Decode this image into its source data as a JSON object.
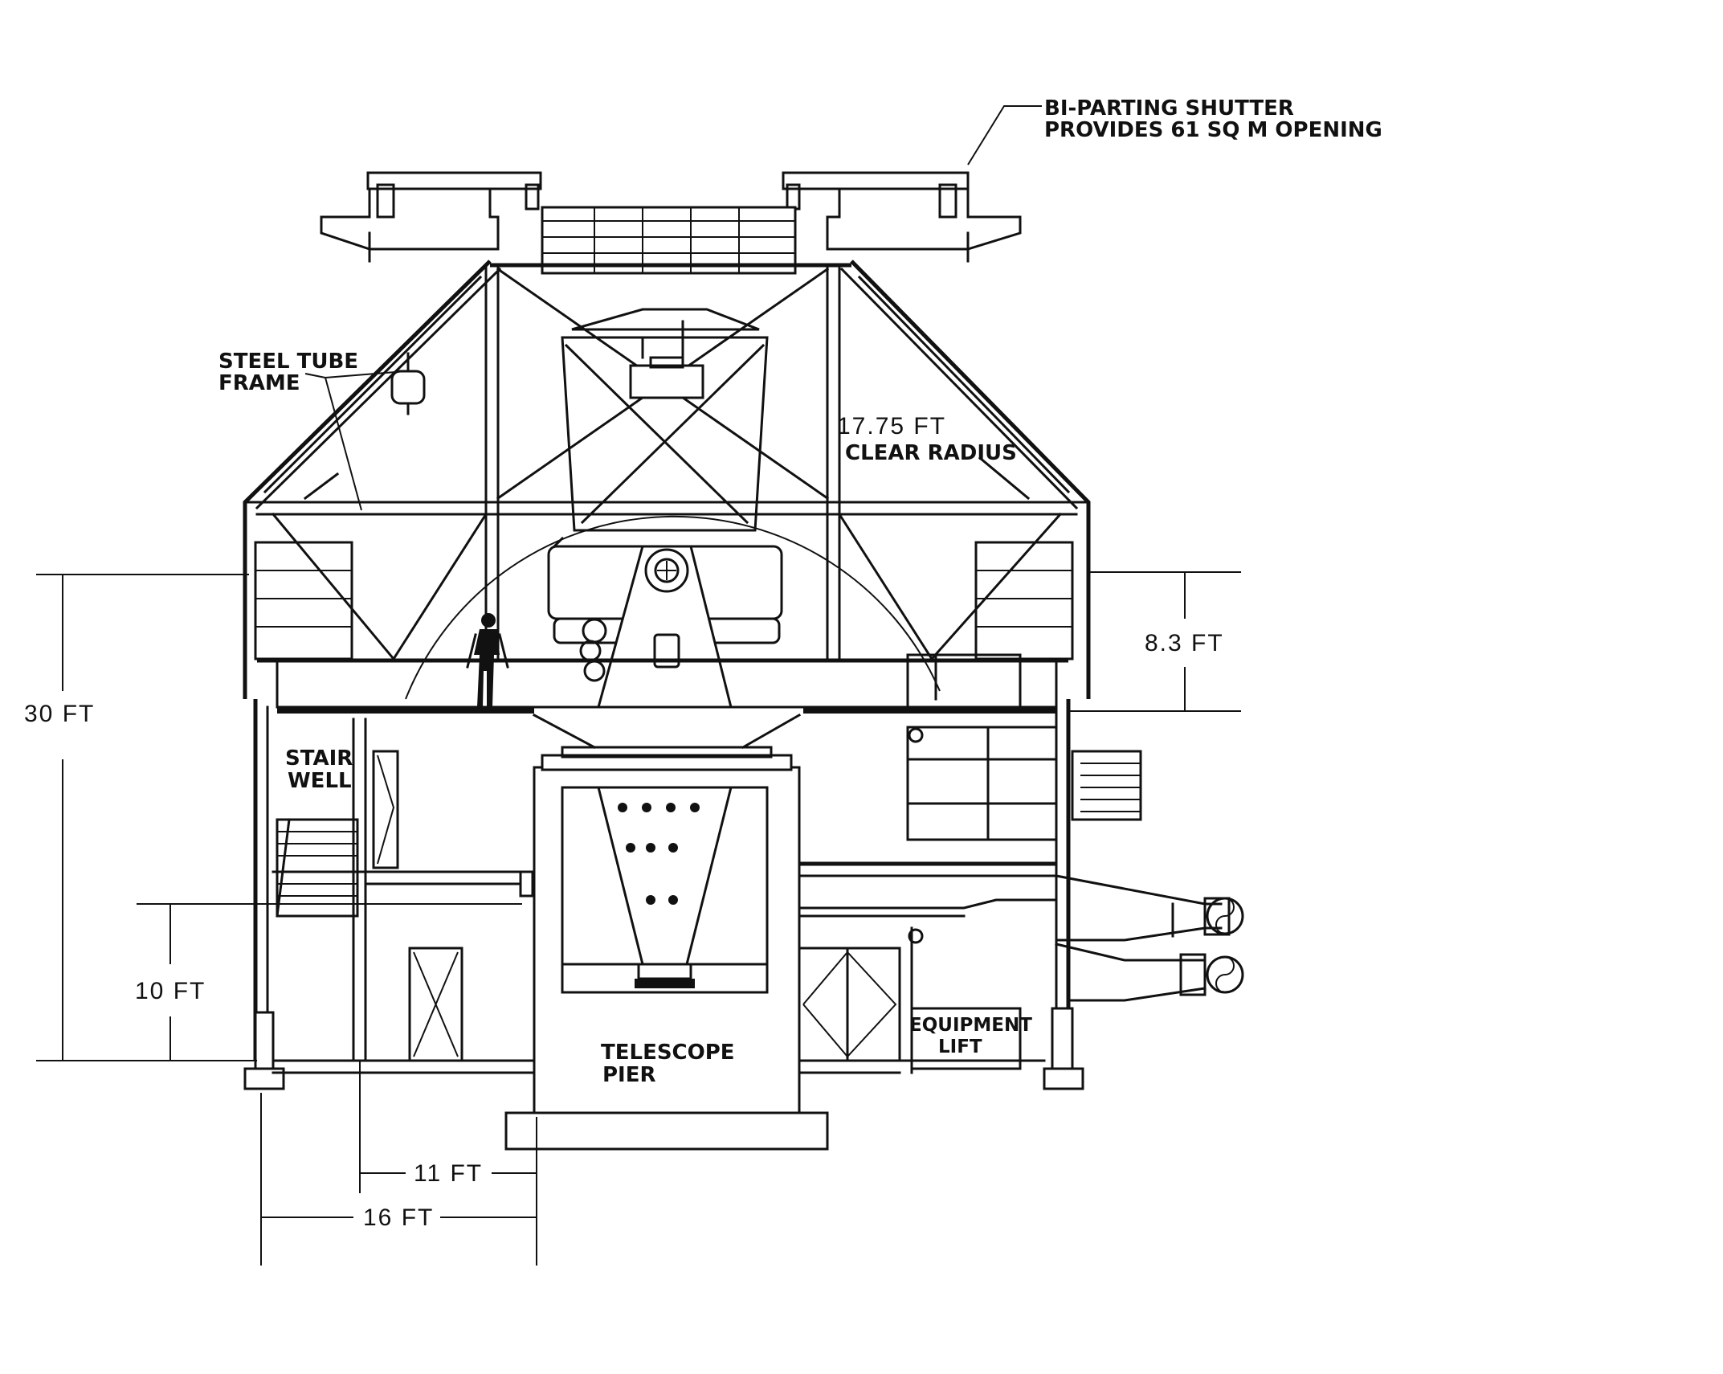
{
  "labels": {
    "shutter_line1": "BI-PARTING SHUTTER",
    "shutter_line2": "PROVIDES 61 SQ M OPENING",
    "steel_line1": "STEEL TUBE",
    "steel_line2": "FRAME",
    "radius_line1": "17.75 FT",
    "radius_line2": "CLEAR RADIUS",
    "stair_line1": "STAIR",
    "stair_line2": "WELL",
    "pier_line1": "TELESCOPE",
    "pier_line2": "PIER",
    "lift_line1": "EQUIPMENT",
    "lift_line2": "LIFT"
  },
  "dimensions": {
    "height_total": "30 FT",
    "height_lower": "10 FT",
    "height_upper": "8.3 FT",
    "width_11": "11 FT",
    "width_16": "16 FT"
  },
  "icons": {
    "human_figure": "person-scale-icon",
    "duct_ends": "yin-yang-duct-icon"
  }
}
